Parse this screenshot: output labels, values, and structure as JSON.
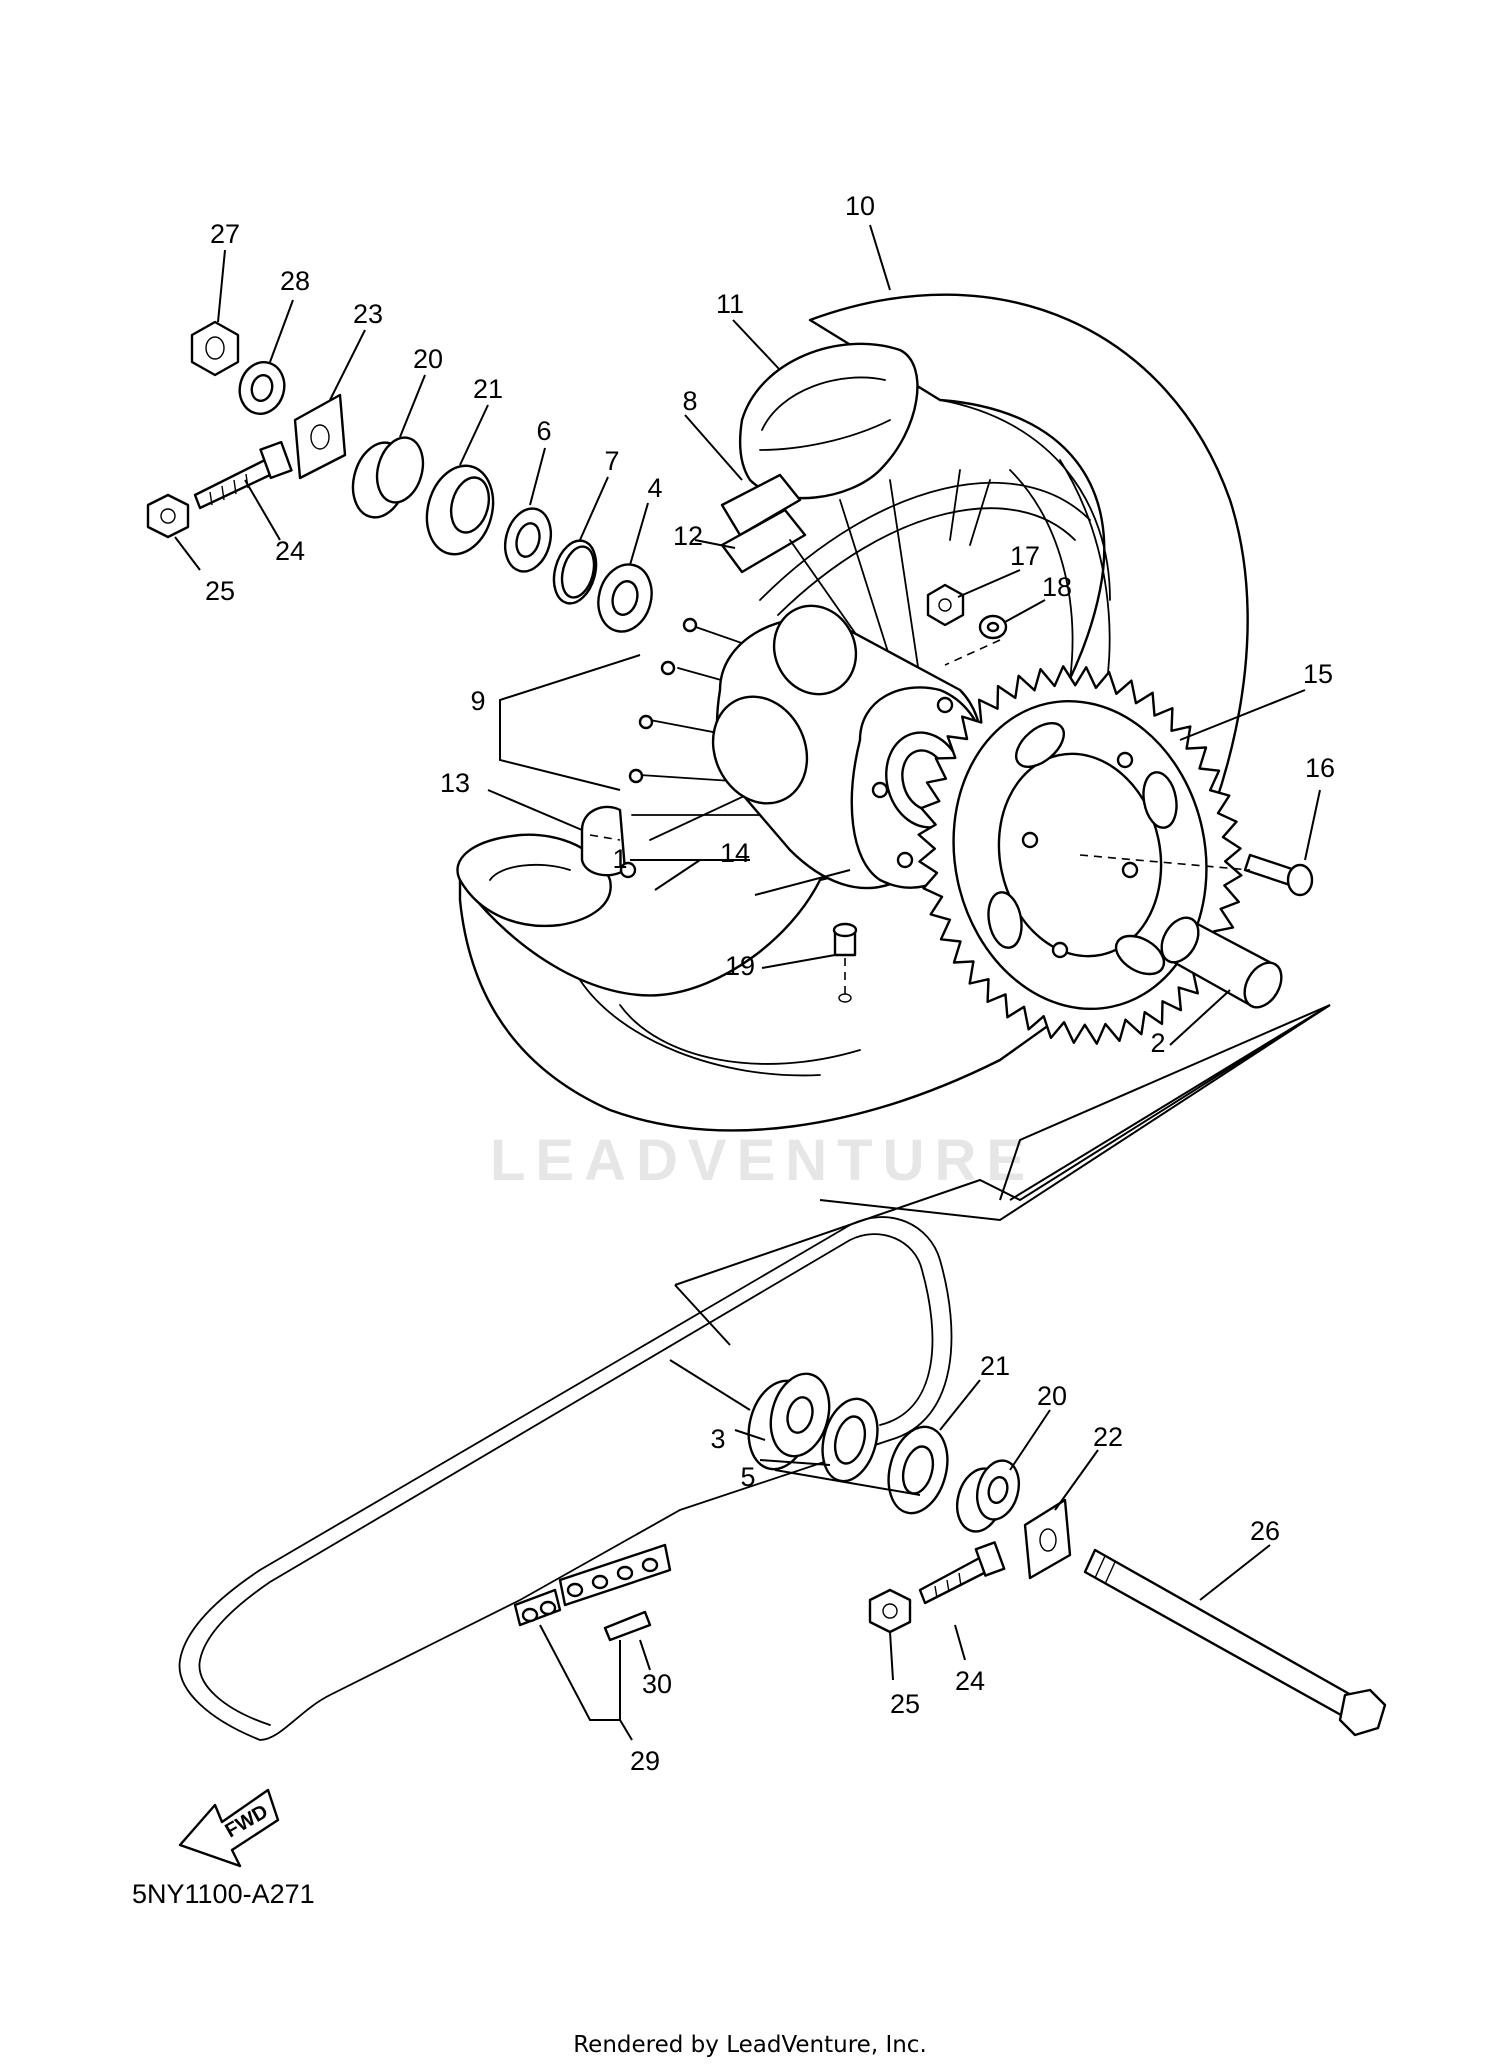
{
  "diagram": {
    "callouts": [
      {
        "id": "c1",
        "label": "1"
      },
      {
        "id": "c2",
        "label": "2"
      },
      {
        "id": "c3",
        "label": "3"
      },
      {
        "id": "c4",
        "label": "4"
      },
      {
        "id": "c5",
        "label": "5"
      },
      {
        "id": "c6",
        "label": "6"
      },
      {
        "id": "c7",
        "label": "7"
      },
      {
        "id": "c8",
        "label": "8"
      },
      {
        "id": "c9",
        "label": "9"
      },
      {
        "id": "c10",
        "label": "10"
      },
      {
        "id": "c11",
        "label": "11"
      },
      {
        "id": "c12",
        "label": "12"
      },
      {
        "id": "c13",
        "label": "13"
      },
      {
        "id": "c14",
        "label": "14"
      },
      {
        "id": "c15",
        "label": "15"
      },
      {
        "id": "c16",
        "label": "16"
      },
      {
        "id": "c17",
        "label": "17"
      },
      {
        "id": "c18",
        "label": "18"
      },
      {
        "id": "c19",
        "label": "19"
      },
      {
        "id": "c20a",
        "label": "20"
      },
      {
        "id": "c21a",
        "label": "21"
      },
      {
        "id": "c23",
        "label": "23"
      },
      {
        "id": "c24a",
        "label": "24"
      },
      {
        "id": "c25a",
        "label": "25"
      },
      {
        "id": "c27",
        "label": "27"
      },
      {
        "id": "c28",
        "label": "28"
      },
      {
        "id": "c21b",
        "label": "21"
      },
      {
        "id": "c20b",
        "label": "20"
      },
      {
        "id": "c22",
        "label": "22"
      },
      {
        "id": "c26",
        "label": "26"
      },
      {
        "id": "c24b",
        "label": "24"
      },
      {
        "id": "c25b",
        "label": "25"
      },
      {
        "id": "c29",
        "label": "29"
      },
      {
        "id": "c30",
        "label": "30"
      }
    ],
    "fwd_label": "FWD",
    "diagram_code": "5NY1100-A271",
    "watermark": "LEADVENTURE",
    "rendered_by": "Rendered by LeadVenture, Inc."
  }
}
